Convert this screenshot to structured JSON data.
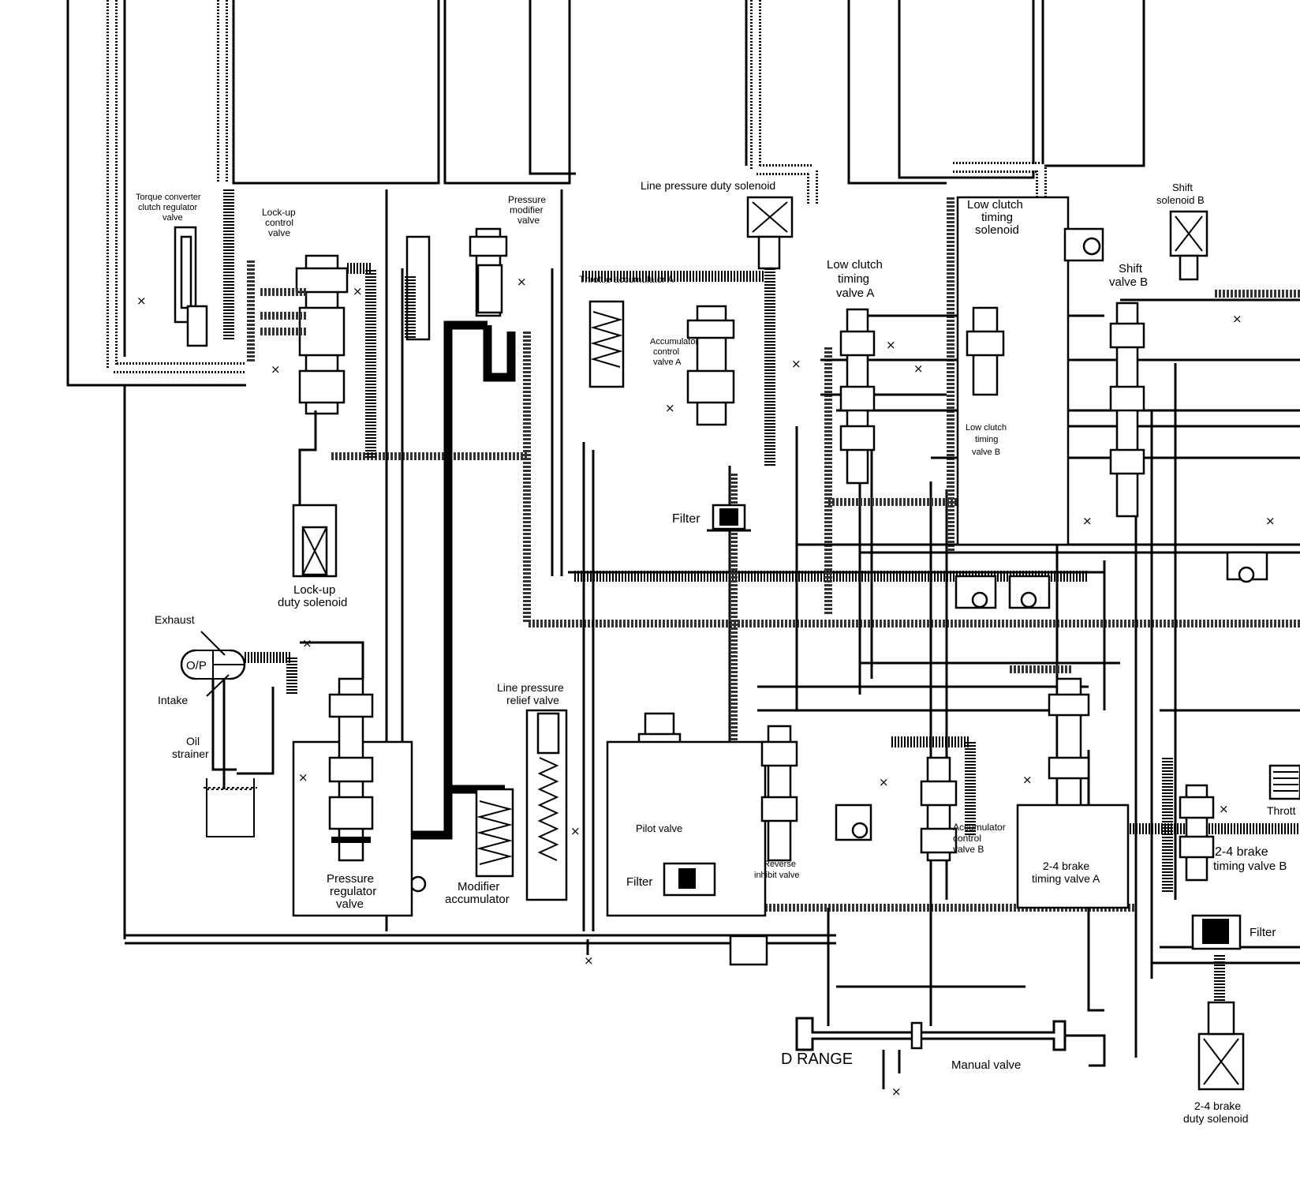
{
  "labels": {
    "tcc_regulator": [
      "Torque converter",
      "clutch regulator",
      "valve"
    ],
    "lockup_control": [
      "Lock-up",
      "control",
      "valve"
    ],
    "pressure_modifier": [
      "Pressure",
      "modifier",
      "valve"
    ],
    "line_pressure_duty_solenoid": "Line pressure duty solenoid",
    "throttle_accumulator_a": "Throttle accumulator A",
    "accumulator_control_a": [
      "Accumulator",
      "control",
      "valve A"
    ],
    "low_clutch_timing_valve_a": [
      "Low clutch",
      "timing",
      "valve A"
    ],
    "low_clutch_timing_solenoid": [
      "Low clutch",
      "timing",
      "solenoid"
    ],
    "low_clutch_timing_valve_b": [
      "Low clutch",
      "timing",
      "valve B"
    ],
    "shift_solenoid_b": [
      "Shift",
      "solenoid B"
    ],
    "shift_valve_b": [
      "Shift",
      "valve B"
    ],
    "filter_upper": "Filter",
    "lockup_duty_solenoid": [
      "Lock-up",
      "duty solenoid"
    ],
    "exhaust": "Exhaust",
    "op": "O/P",
    "intake": "Intake",
    "oil_strainer": [
      "Oil",
      "strainer"
    ],
    "line_pressure_relief": [
      "Line pressure",
      "relief valve"
    ],
    "pressure_regulator": [
      "Pressure",
      "regulator",
      "valve"
    ],
    "modifier_accumulator": [
      "Modifier",
      "accumulator"
    ],
    "pilot_valve": "Pilot valve",
    "filter_lower": "Filter",
    "reverse_inhibit": [
      "Reverse",
      "inhibit valve"
    ],
    "accumulator_control_b": [
      "Accumulator",
      "control",
      "valve B"
    ],
    "brake_24_timing_a": [
      "2-4 brake",
      "timing valve A"
    ],
    "brake_24_timing_b": [
      "2-4 brake",
      "timing valve B"
    ],
    "throttle_cut": "Thrott",
    "filter_right": "Filter",
    "d_range": "D RANGE",
    "manual_valve": "Manual valve",
    "brake_24_duty_solenoid": [
      "2-4 brake",
      "duty solenoid"
    ]
  }
}
